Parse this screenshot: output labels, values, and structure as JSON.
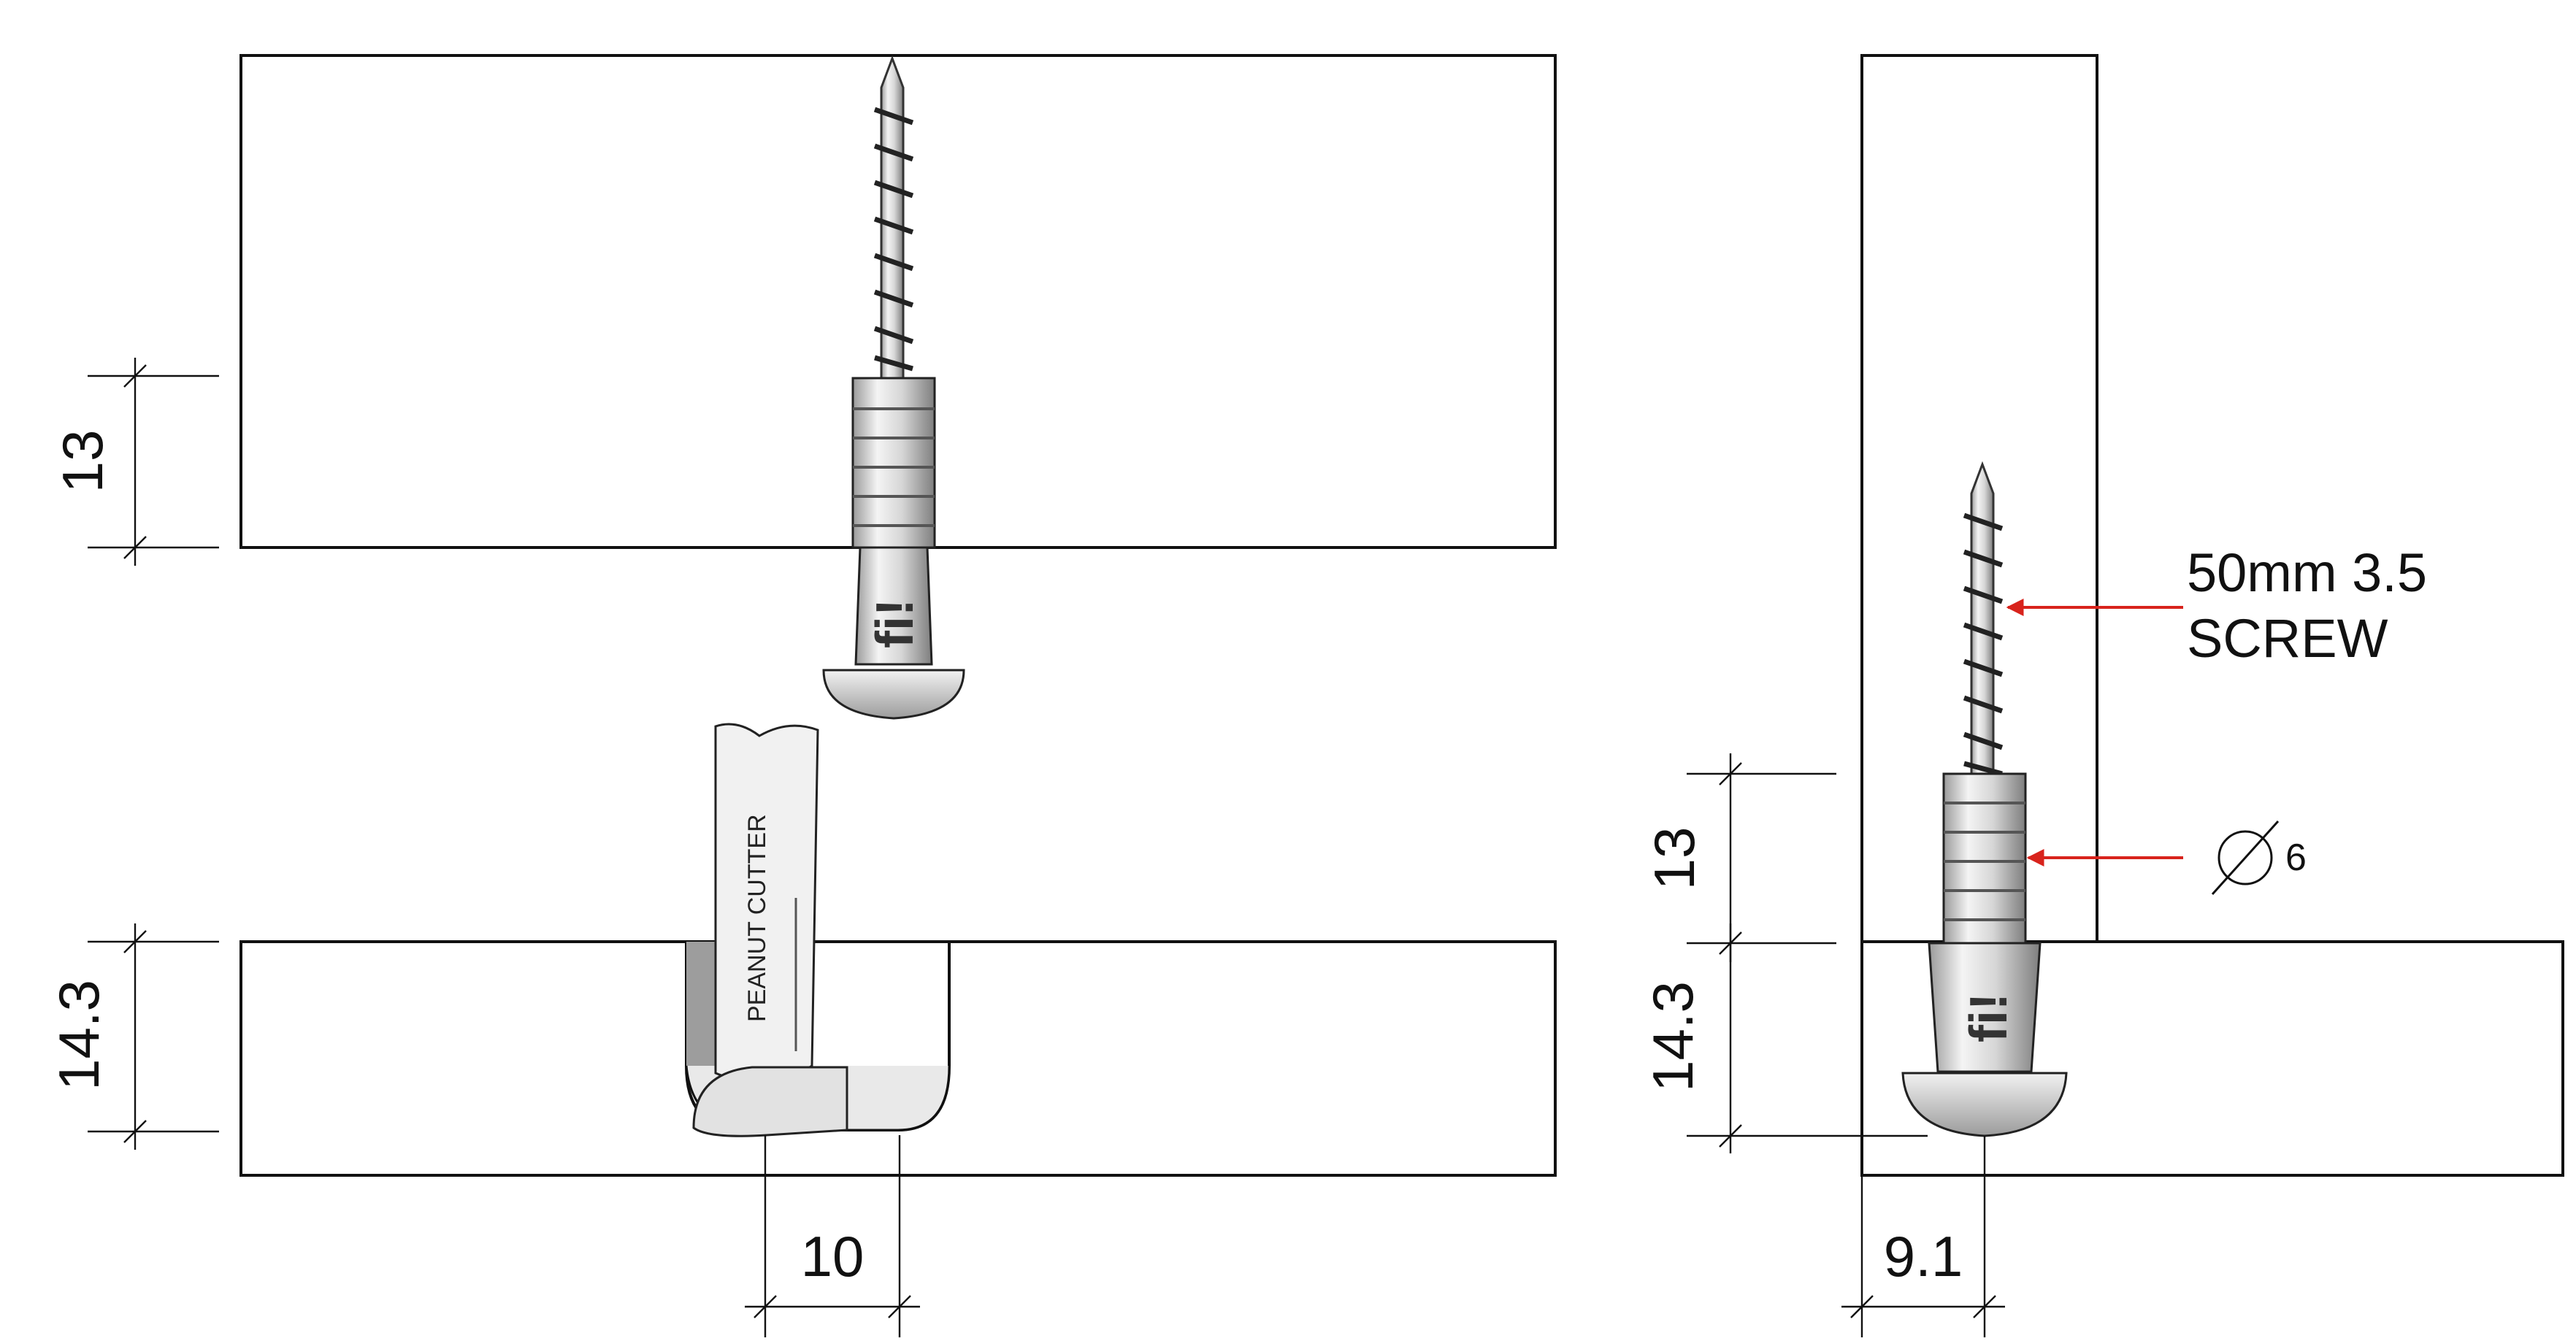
{
  "left_view": {
    "dim_upper": "13",
    "dim_lower": "14.3",
    "dim_width": "10",
    "tool_label": "PEANUT CUTTER"
  },
  "right_view": {
    "dim_upper": "13",
    "dim_lower": "14.3",
    "dim_width": "9.1",
    "screw_label_line1": "50mm 3.5",
    "screw_label_line2": "SCREW",
    "diameter_value": "6"
  },
  "colors": {
    "callout_arrow": "#d8231c",
    "hatch": "#222222",
    "metal": "#d9d9d9"
  }
}
